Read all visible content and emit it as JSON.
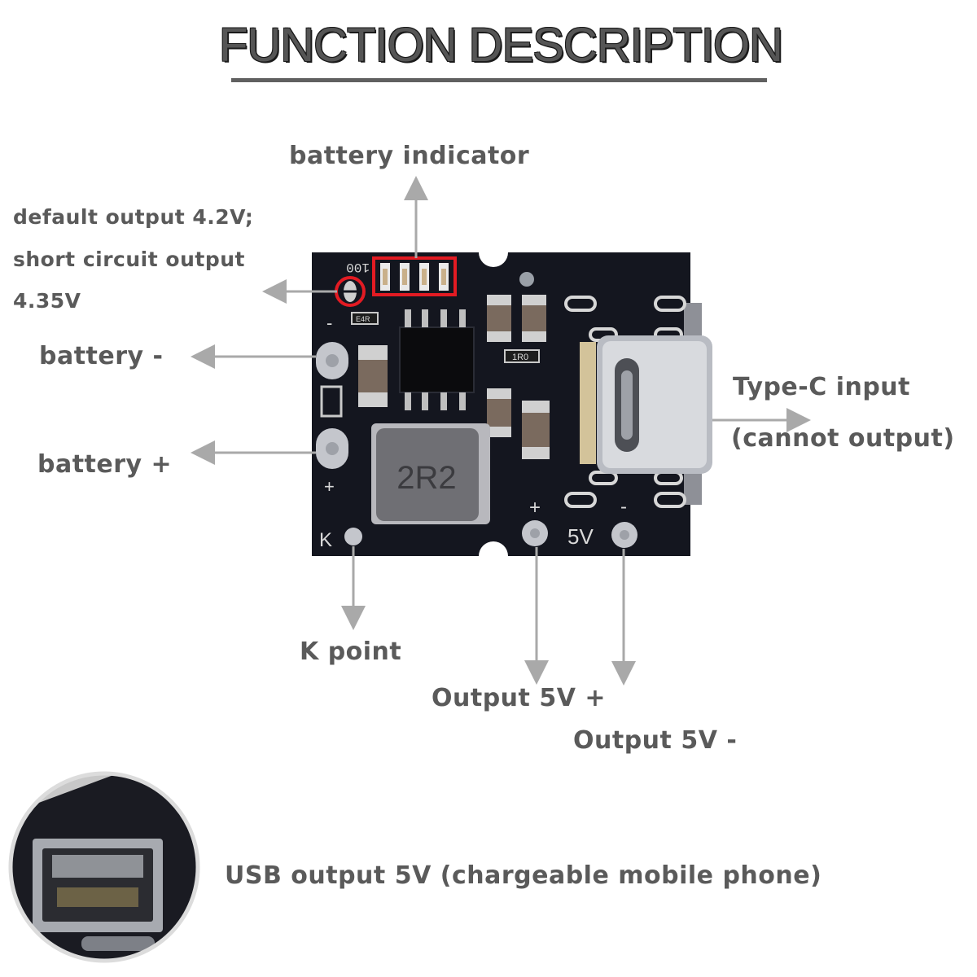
{
  "title": "FUNCTION DESCRIPTION",
  "labels": {
    "battery_indicator": "battery indicator",
    "default_output": "default output 4.2V;",
    "short_circuit": "short circuit output",
    "short_circuit_value": "4.35V",
    "battery_minus": "battery -",
    "battery_plus": "battery +",
    "type_c_input": "Type-C input",
    "cannot_output": "(cannot output)",
    "k_point": "K point",
    "output_5v_plus": "Output 5V +",
    "output_5v_minus": "Output 5V -",
    "usb_output": "USB output 5V (chargeable mobile phone)"
  },
  "board_markings": {
    "inductor": "2R2",
    "resistor_top": "E4R",
    "resistor_mid": "1R0",
    "led_code": "100",
    "silk_minus": "-",
    "silk_plus": "+",
    "silk_k": "K",
    "silk_out_plus": "+",
    "silk_5v": "5V",
    "silk_out_minus": "-"
  },
  "colors": {
    "board": "#14161f",
    "highlight": "#e31b23",
    "arrow": "#a9a9a9",
    "label": "#5a5a5a"
  }
}
